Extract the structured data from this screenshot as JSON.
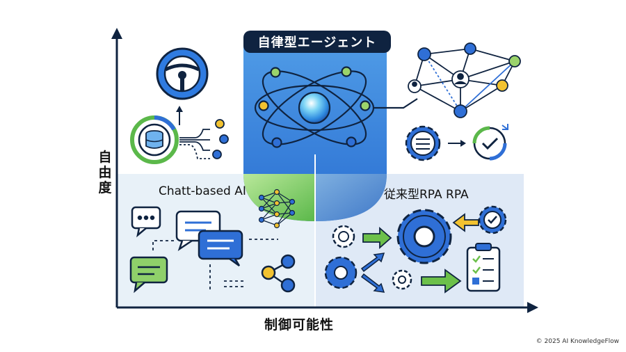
{
  "diagram": {
    "y_axis_label": "自由度",
    "x_axis_label": "制御可能性",
    "quadrants": {
      "top_center": "自律型エージェント",
      "bottom_left": "Chatt-based AI",
      "bottom_right": "従来型RPA  RPA"
    },
    "credit": "© 2025 AI KnowledgeFlow",
    "icons": [
      "steering-wheel-icon",
      "database-icon",
      "atom-icon",
      "network-icon",
      "gear-icon",
      "checkmark-icon",
      "chat-bubble-icon",
      "neural-network-icon",
      "share-icon",
      "clipboard-checklist-icon",
      "arrow-icon"
    ],
    "colors": {
      "navy": "#0f2340",
      "blue": "#2f6fd6",
      "light_blue": "#e3eef8",
      "green": "#6cc04a",
      "yellow": "#f2c230"
    }
  }
}
